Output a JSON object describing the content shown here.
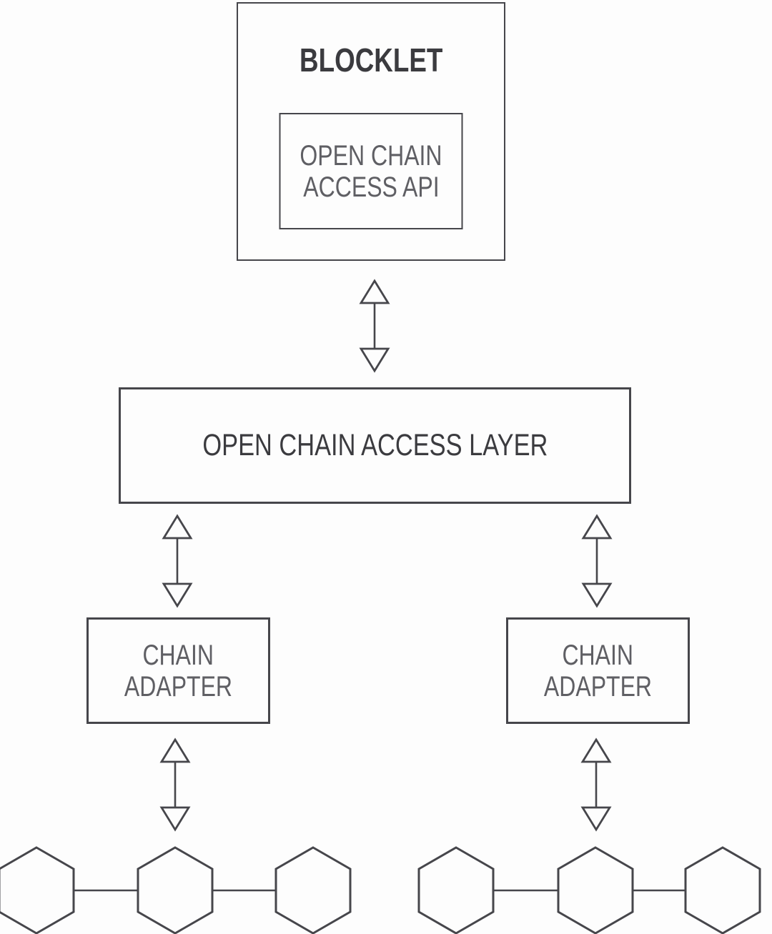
{
  "blocklet": {
    "title": "BLOCKLET",
    "api_box": {
      "line1": "OPEN CHAIN",
      "line2": "ACCESS API"
    }
  },
  "access_layer": {
    "label": "OPEN CHAIN ACCESS LAYER"
  },
  "adapters": [
    {
      "line1": "CHAIN",
      "line2": "ADAPTER"
    },
    {
      "line1": "CHAIN",
      "line2": "ADAPTER"
    }
  ],
  "chains": {
    "left_nodes": 3,
    "right_nodes": 3
  },
  "icons": {
    "connector": "double-headed-vertical-arrow",
    "node": "hexagon"
  },
  "colors": {
    "stroke": "#46464b",
    "dark_text": "#3b3b3f",
    "light_text": "#5f5f64",
    "bg": "#fdfdfd"
  }
}
